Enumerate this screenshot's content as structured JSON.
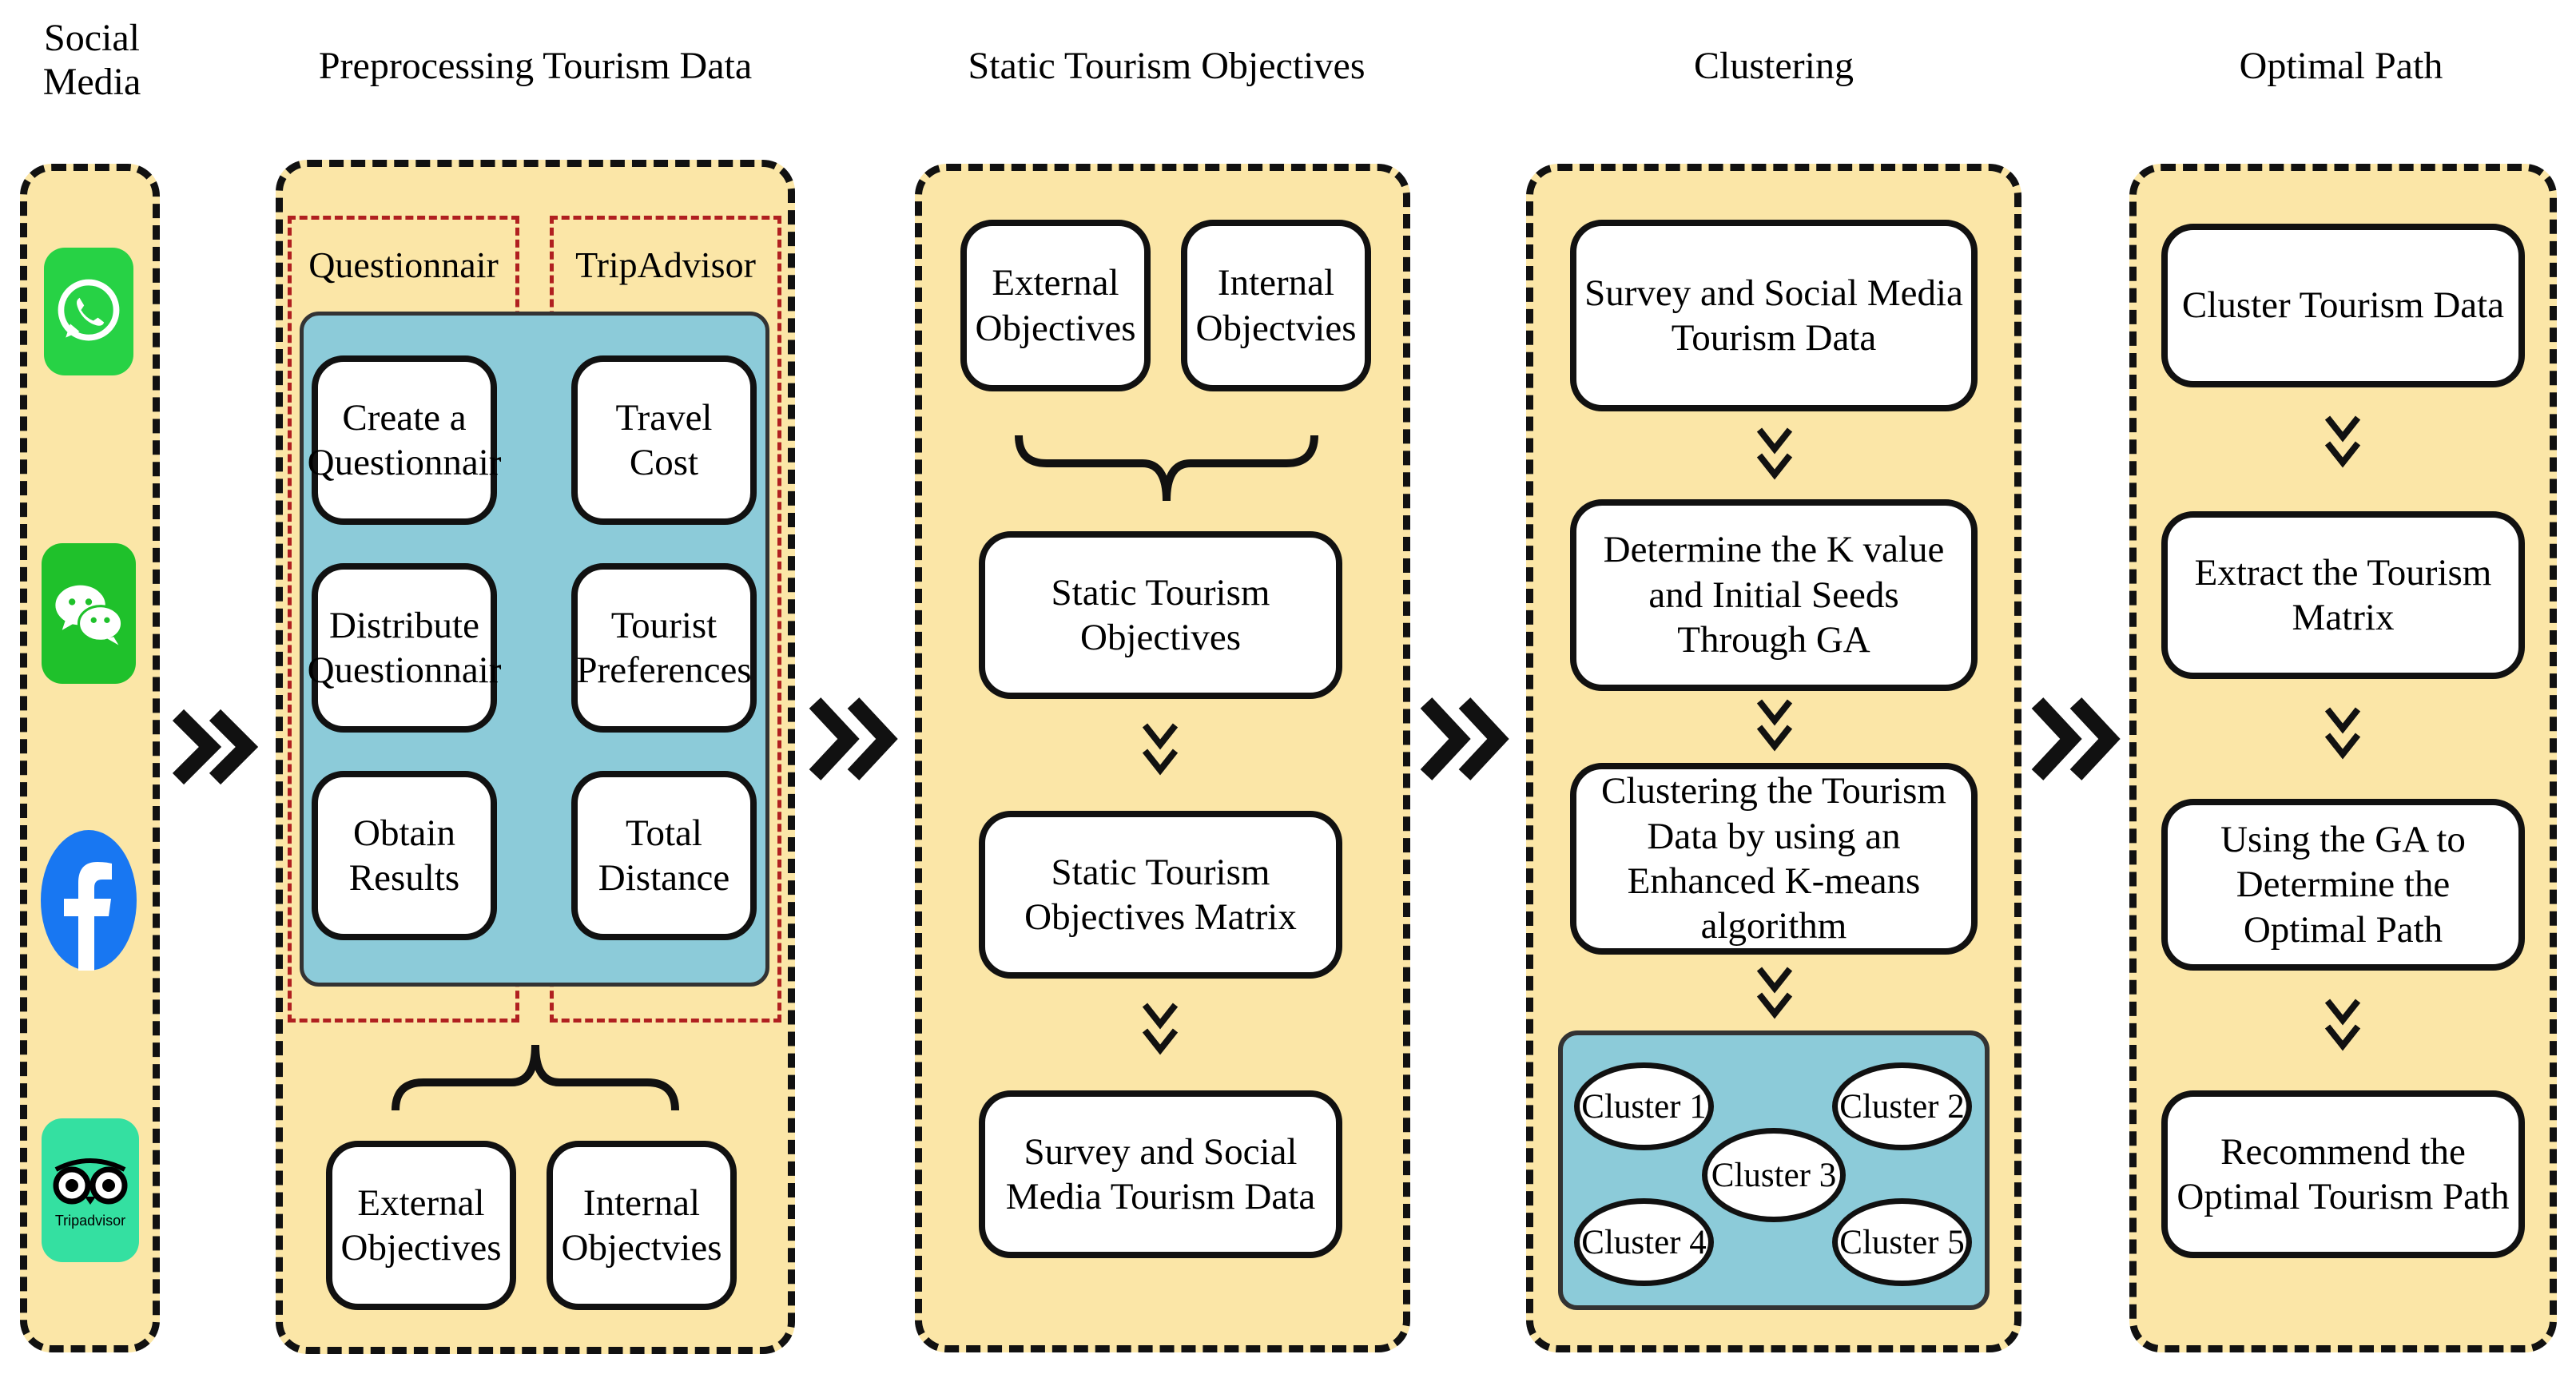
{
  "stages": {
    "social": "Social\nMedia",
    "preprocessing": "Preprocessing Tourism Data",
    "static": "Static Tourism Objectives",
    "clustering": "Clustering",
    "optimal": "Optimal Path"
  },
  "social_icons": [
    "whatsapp-icon",
    "wechat-icon",
    "facebook-icon",
    "tripadvisor-icon"
  ],
  "social_icon_text": {
    "tripadvisor": "Tripadvisor"
  },
  "preprocessing": {
    "questionnaire_label": "Questionnair",
    "tripadvisor_label": "TripAdvisor",
    "left_items": [
      "Create a Questionnair",
      "Distribute Questionnair",
      "Obtain Results"
    ],
    "right_items": [
      "Travel Cost",
      "Tourist Preferences",
      "Total Distance"
    ],
    "external": "External Objectives",
    "internal": "Internal Objectvies"
  },
  "static_objectives": {
    "external": "External Objectives",
    "internal": "Internal Objectvies",
    "steps": [
      "Static Tourism Objectives",
      "Static Tourism Objectives Matrix",
      "Survey and Social Media Tourism Data"
    ]
  },
  "clustering": {
    "steps": [
      "Survey and Social Media Tourism Data",
      "Determine the K value and Initial Seeds Through GA",
      "Clustering the Tourism Data by using an Enhanced K-means algorithm"
    ],
    "clusters": [
      "Cluster 1",
      "Cluster 2",
      "Cluster 3",
      "Cluster 4",
      "Cluster 5"
    ]
  },
  "optimal_path": {
    "steps": [
      "Cluster Tourism Data",
      "Extract the Tourism Matrix",
      "Using the GA to Determine the Optimal Path",
      "Recommend the Optimal Tourism Path"
    ]
  },
  "colors": {
    "panel": "#fbe6a7",
    "blue": "#8ccbd9",
    "red_dashed": "#b02020",
    "whatsapp": "#27d245",
    "wechat": "#1fc12b",
    "facebook": "#1877f2",
    "tripadvisor": "#34e0a1"
  }
}
